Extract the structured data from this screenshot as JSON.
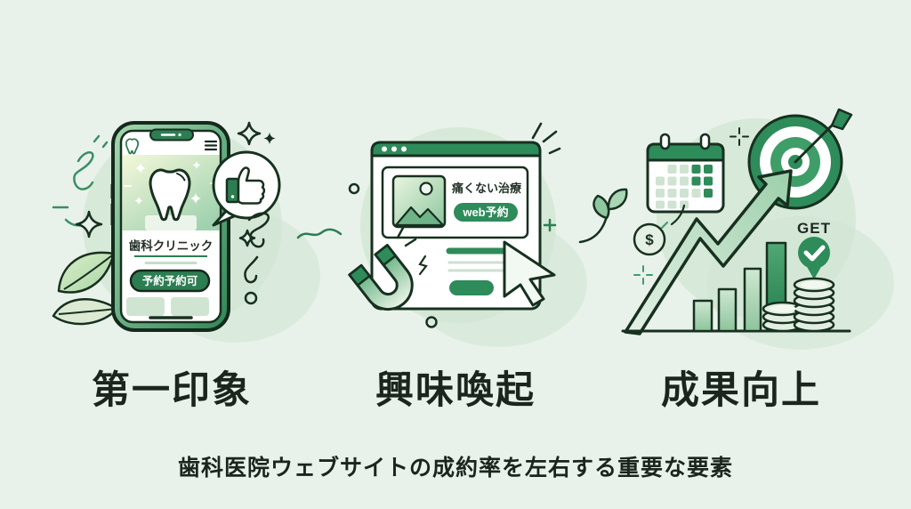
{
  "caption": "歯科医院ウェブサイトの成約率を左右する重要な要素",
  "colors": {
    "background": "#e9f2ea",
    "accent_green": "#2e8b5a",
    "outline": "#17301f",
    "blob": "#d7e9d9"
  },
  "panels": [
    {
      "id": "first-impression",
      "label": "第一印象",
      "phone": {
        "clinic_name": "歯科クリニック",
        "cta_label": "予約予約可",
        "icons": [
          "tooth-icon",
          "hamburger-menu-icon",
          "thumbs-up-icon",
          "sparkle-icon",
          "leaf-icon"
        ]
      }
    },
    {
      "id": "interest",
      "label": "興味喚起",
      "browser": {
        "headline": "痛くない治療",
        "cta_label": "web予約",
        "icons": [
          "image-placeholder-icon",
          "magnet-icon",
          "cursor-icon",
          "sprout-icon",
          "plus-icon"
        ]
      }
    },
    {
      "id": "results",
      "label": "成果向上",
      "badge_label": "GET",
      "currency_symbol": "$",
      "icons": [
        "calendar-icon",
        "target-icon",
        "dart-icon",
        "growth-arrow-icon",
        "bar-chart-icon",
        "dollar-icon",
        "check-icon",
        "coins-icon"
      ]
    }
  ]
}
